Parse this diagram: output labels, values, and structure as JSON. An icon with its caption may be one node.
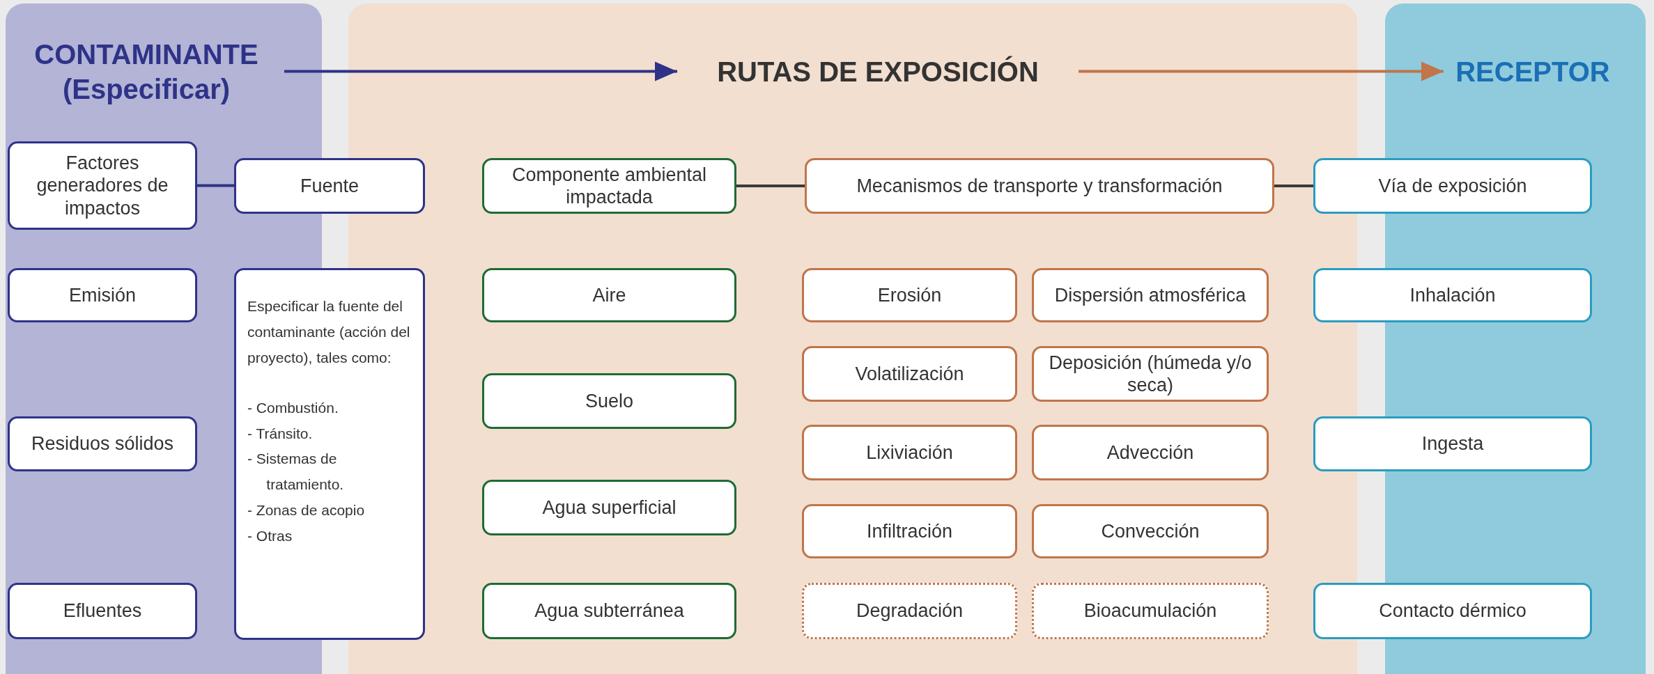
{
  "diagram": {
    "nodes": [
      {
        "text": [
          "CONTAMINANTE",
          "(Especificar)"
        ]
      },
      {
        "text": [
          "RUTAS DE EXPOSICIÓN"
        ]
      },
      {
        "text": [
          "RECEPTOR"
        ]
      },
      {
        "text": [
          "Factores generadores de impactos"
        ]
      },
      {
        "text": [
          "Fuente"
        ]
      },
      {
        "text": [
          "Componente ambiental impactada"
        ]
      },
      {
        "text": [
          "Mecanismos de transporte y transformación"
        ]
      },
      {
        "text": [
          "Vía de exposición"
        ]
      },
      {
        "text": [
          "Emisión"
        ]
      },
      {
        "text": [
          "Especificar la fuente del contaminante (acción del proyecto), tales como:",
          "- Combustión.",
          "- Tránsito.",
          "- Sistemas de tratamiento.",
          "- Zonas de acopio",
          "- Otras"
        ]
      },
      {
        "text": [
          "Aire"
        ]
      },
      {
        "text": [
          "Erosión"
        ]
      },
      {
        "text": [
          "Dispersión atmosférica"
        ]
      },
      {
        "text": [
          "Inhalación"
        ]
      },
      {
        "text": [
          "Volatilización"
        ]
      },
      {
        "text": [
          "Deposición (húmeda y/o seca)"
        ]
      },
      {
        "text": [
          "Suelo"
        ]
      },
      {
        "text": [
          "Residuos sólidos"
        ]
      },
      {
        "text": [
          "Ingesta"
        ]
      },
      {
        "text": [
          "Lixiviación"
        ]
      },
      {
        "text": [
          "Advección"
        ]
      },
      {
        "text": [
          "Agua superficial"
        ]
      },
      {
        "text": [
          "Infiltración"
        ]
      },
      {
        "text": [
          "Convección"
        ]
      },
      {
        "text": [
          "Efluentes"
        ]
      },
      {
        "text": [
          "Agua subterránea"
        ]
      },
      {
        "text": [
          "Degradación"
        ]
      },
      {
        "text": [
          "Bioacumulación"
        ]
      },
      {
        "text": [
          "Contacto dérmico"
        ]
      }
    ],
    "edges": [
      {
        "from": 0,
        "to": 1,
        "arrow": "to",
        "color": "#2e3388"
      },
      {
        "from": 1,
        "to": 2,
        "arrow": "to",
        "color": "#c0754a"
      },
      {
        "from": 3,
        "to": 4,
        "arrow": "none",
        "color": "#2e3388"
      },
      {
        "from": 5,
        "to": 6,
        "arrow": "none"
      },
      {
        "from": 6,
        "to": 7,
        "arrow": "none"
      }
    ]
  }
}
